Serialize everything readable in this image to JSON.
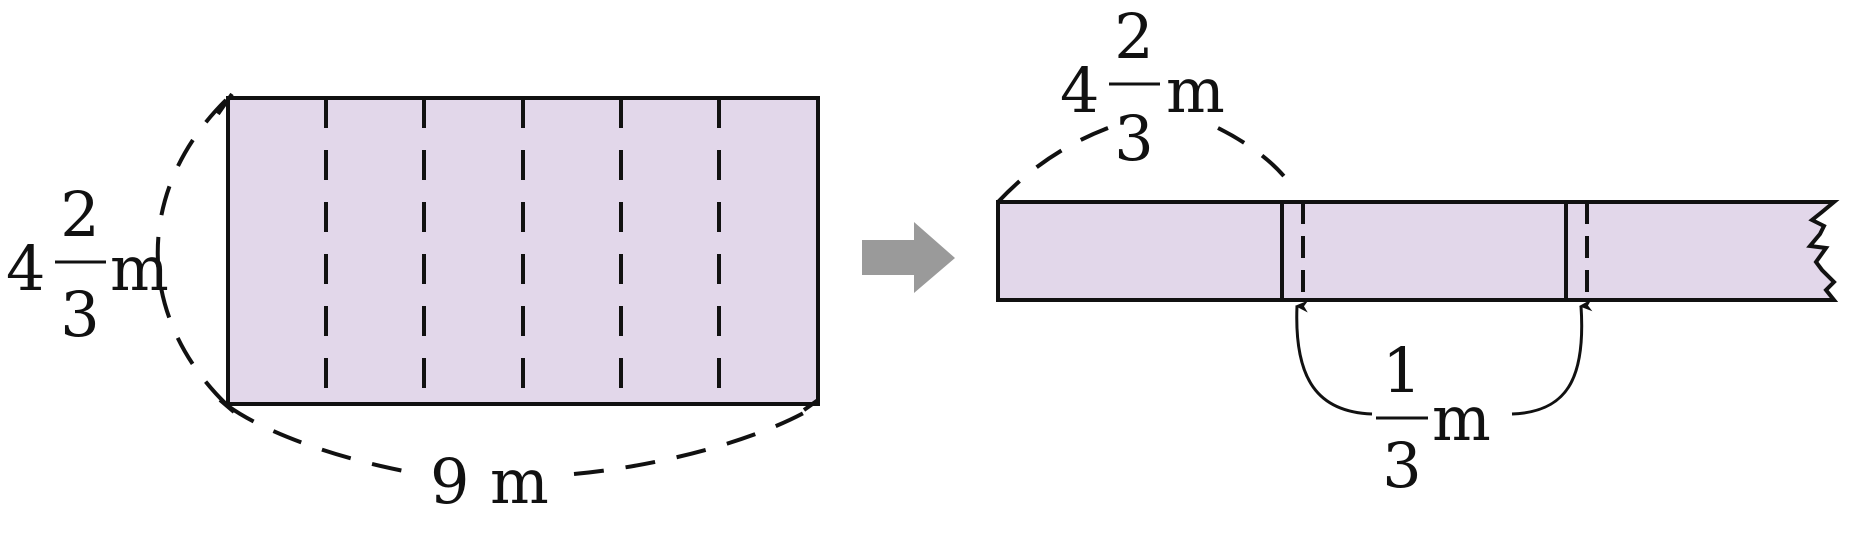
{
  "colors": {
    "fill": "#e2d7ea",
    "stroke": "#111111",
    "arrow": "#9a9a9a",
    "background": "#ffffff"
  },
  "left_figure": {
    "fold_count": 5,
    "height_label": {
      "whole": "4",
      "numerator": "2",
      "denominator": "3",
      "unit": "m"
    },
    "width_label": {
      "value": "9",
      "unit": "m"
    }
  },
  "right_figure": {
    "segment_width_label": {
      "whole": "4",
      "numerator": "2",
      "denominator": "3",
      "unit": "m"
    },
    "overlap_label": {
      "numerator": "1",
      "denominator": "3",
      "unit": "m"
    }
  },
  "arrow_icon": "right-arrow-icon"
}
